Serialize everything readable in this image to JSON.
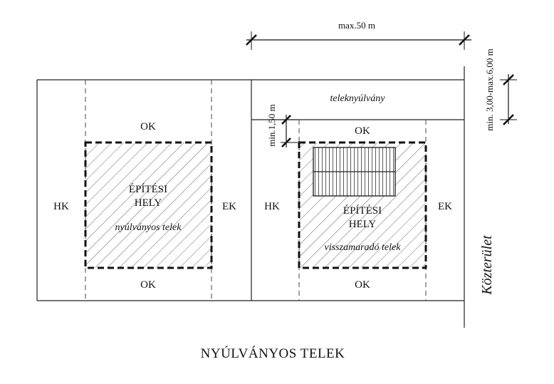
{
  "dimensions": {
    "max_width": "max.50 m",
    "extension_depth": "min. 3,00-max.6,00 m",
    "min_offset": "min.1,50 m"
  },
  "left_plot": {
    "front_setback": "OK",
    "rear_setback": "OK",
    "side_left": "HK",
    "side_right": "EK",
    "building_area_line1": "ÉPÍTÉSI",
    "building_area_line2": "HELY",
    "plot_name": "nyúlványos telek"
  },
  "right_plot": {
    "extension_label": "teleknyúlvány",
    "front_setback": "OK",
    "rear_setback": "OK",
    "side_left": "HK",
    "side_right": "EK",
    "building_area_line1": "ÉPÍTÉSI",
    "building_area_line2": "HELY",
    "plot_name": "visszamaradó telek"
  },
  "street_label": "Közterület",
  "title": "NYÚLVÁNYOS TELEK"
}
